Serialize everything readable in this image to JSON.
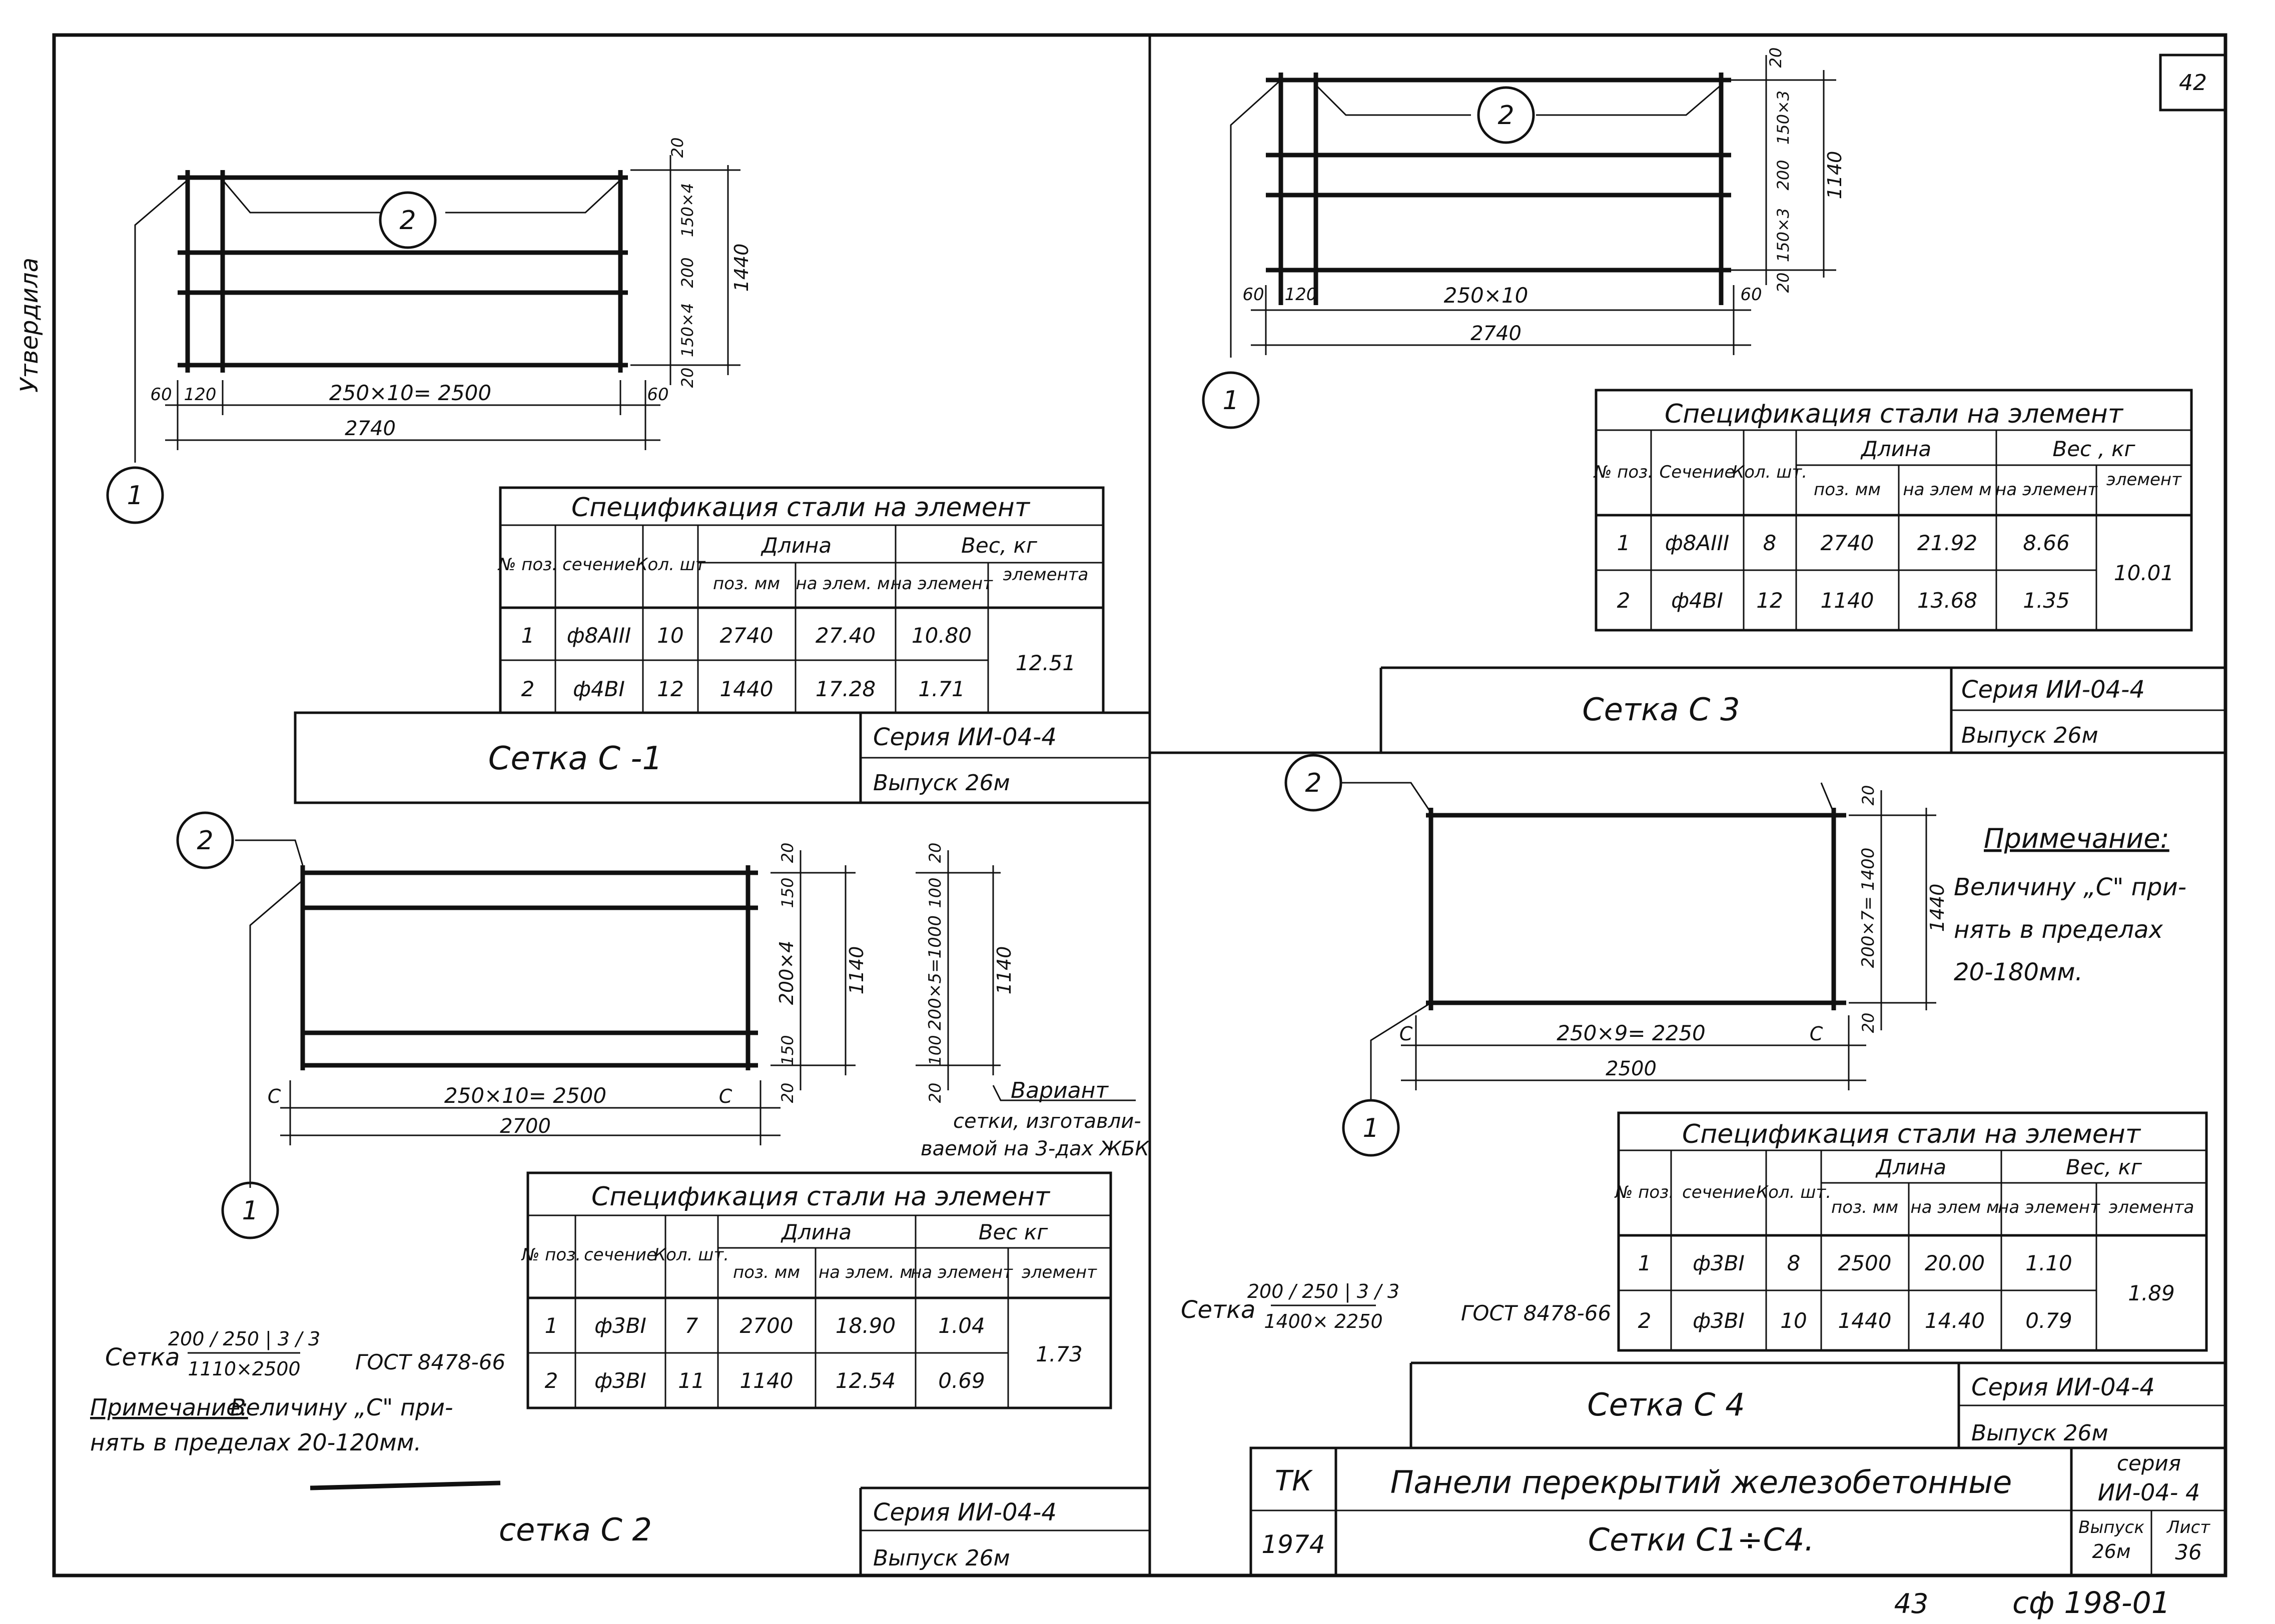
{
  "sheet_number": "42",
  "bottom_marks": [
    "43",
    "сф 198-01"
  ],
  "side_stamp": "Утвердила",
  "panels": {
    "s1": {
      "title": "Сетка      С -1",
      "series": "Серия  ИИ-04-4",
      "issue": "Выпуск  26м",
      "dims": {
        "total": "2740",
        "span": "250×10= 2500",
        "left_a": "60",
        "left_b": "120",
        "right_a": "60",
        "v1": "20",
        "v2": "150×4",
        "v3": "200",
        "v4": "150×4",
        "v5": "20",
        "vtotal": "1440"
      },
      "markers": [
        "1",
        "2"
      ],
      "spec": {
        "title": "Спецификация   стали  на  элемент",
        "head": {
          "pos": "№ поз.",
          "section": "сечение",
          "qty": "Кол. шт",
          "length": "Длина",
          "len_pos": "поз. мм",
          "len_el": "на элем. м.",
          "weight": "Вес, кг",
          "w_el": "на элемент",
          "w_total": "элемента"
        },
        "rows": [
          {
            "pos": "1",
            "section": "ф8АIII",
            "qty": "10",
            "len_pos": "2740",
            "len_el": "27.40",
            "w_el": "10.80"
          },
          {
            "pos": "2",
            "section": "ф4ВI",
            "qty": "12",
            "len_pos": "1440",
            "len_el": "17.28",
            "w_el": "1.71"
          }
        ],
        "total": "12.51"
      }
    },
    "s2": {
      "title": "сетка     С 2",
      "series": "Серия  ИИ-04-4",
      "issue": "Выпуск  26м",
      "dims": {
        "total": "2700",
        "span": "250×10= 2500",
        "c_left": "С",
        "c_right": "С",
        "v1": "20",
        "v2": "150",
        "v3": "200×4",
        "v4": "150",
        "v5": "20",
        "vtotal": "1140",
        "alt1": "20",
        "alt2": "100",
        "alt3": "200×5=1000",
        "alt4": "100",
        "alt5": "20",
        "alt_total": "1140"
      },
      "markers": [
        "1",
        "2"
      ],
      "variant_note": [
        "Вариант",
        "сетки, изготавли-",
        "ваемой на 3-дах ЖБК"
      ],
      "mesh_label": {
        "prefix": "Сетка",
        "num": "200 / 250 | 3 / 3",
        "den": "1110×2500",
        "gost": "ГОСТ 8478-66"
      },
      "note": [
        "Примечание:",
        " Величину „С\" при-",
        "нять в пределах  20-120мм."
      ],
      "spec": {
        "title": "Спецификация   стали   на элемент",
        "head": {
          "pos": "№ поз.",
          "section": "сечение",
          "qty": "Кол. шт.",
          "length": "Длина",
          "len_pos": "поз. мм",
          "len_el": "на элем. м",
          "weight": "Вес   кг",
          "w_el": "на элемент",
          "w_total": "элемент"
        },
        "rows": [
          {
            "pos": "1",
            "section": "ф3ВI",
            "qty": "7",
            "len_pos": "2700",
            "len_el": "18.90",
            "w_el": "1.04"
          },
          {
            "pos": "2",
            "section": "ф3ВI",
            "qty": "11",
            "len_pos": "1140",
            "len_el": "12.54",
            "w_el": "0.69"
          }
        ],
        "total": "1.73"
      }
    },
    "s3": {
      "title": "Сетка   С 3",
      "series": "Серия  ИИ-04-4",
      "issue": "Выпуск 26м",
      "dims": {
        "total": "2740",
        "span": "250×10",
        "left_a": "60",
        "left_b": "120",
        "right_a": "60",
        "v1": "20",
        "v2": "150×3",
        "v3": "200",
        "v4": "150×3",
        "v5": "20",
        "vtotal": "1140"
      },
      "markers": [
        "1",
        "2"
      ],
      "spec": {
        "title": "Спецификация  стали  на элемент",
        "head": {
          "pos": "№ поз.",
          "section": "Сечение",
          "qty": "Кол. шт.",
          "length": "Длина",
          "len_pos": "поз. мм",
          "len_el": "на элем м",
          "weight": "Вес , кг",
          "w_el": "на элемент",
          "w_total": "элемент"
        },
        "rows": [
          {
            "pos": "1",
            "section": "ф8АIII",
            "qty": "8",
            "len_pos": "2740",
            "len_el": "21.92",
            "w_el": "8.66"
          },
          {
            "pos": "2",
            "section": "ф4ВI",
            "qty": "12",
            "len_pos": "1140",
            "len_el": "13.68",
            "w_el": "1.35"
          }
        ],
        "total": "10.01"
      }
    },
    "s4": {
      "title": "Сетка     С 4",
      "series": "Серия  ИИ-04-4",
      "issue": "Выпуск  26м",
      "dims": {
        "total": "2500",
        "span": "250×9= 2250",
        "c_left": "С",
        "c_right": "С",
        "v1": "20",
        "v2": "200×7= 1400",
        "v3": "20",
        "vtotal": "1440"
      },
      "markers": [
        "1",
        "2"
      ],
      "note": [
        "Примечание:",
        "Величину „С\" при-",
        "нять в пределах",
        "20-180мм."
      ],
      "mesh_label": {
        "prefix": "Сетка",
        "num": "200 / 250 | 3 / 3",
        "den": "1400× 2250",
        "gost": "ГОСТ 8478-66"
      },
      "spec": {
        "title": "Спецификация  стали на  элемент",
        "head": {
          "pos": "№ поз.",
          "section": "сечение",
          "qty": "Кол. шт.",
          "length": "Длина",
          "len_pos": "поз. мм",
          "len_el": "на элем м",
          "weight": "Вес, кг",
          "w_el": "на элемент",
          "w_total": "элемента"
        },
        "rows": [
          {
            "pos": "1",
            "section": "ф3ВI",
            "qty": "8",
            "len_pos": "2500",
            "len_el": "20.00",
            "w_el": "1.10"
          },
          {
            "pos": "2",
            "section": "ф3ВI",
            "qty": "10",
            "len_pos": "1440",
            "len_el": "14.40",
            "w_el": "0.79"
          }
        ],
        "total": "1.89"
      }
    }
  },
  "title_block": {
    "org": "ТК",
    "year": "1974",
    "name": "Панели перекрытий железобетонные",
    "subtitle": "Сетки   С1÷С4.",
    "series_label": "серия",
    "series_value": "ИИ-04- 4",
    "issue_label": "Выпуск",
    "issue_value": "26м",
    "sheet_label": "Лист",
    "sheet_value": "36"
  }
}
